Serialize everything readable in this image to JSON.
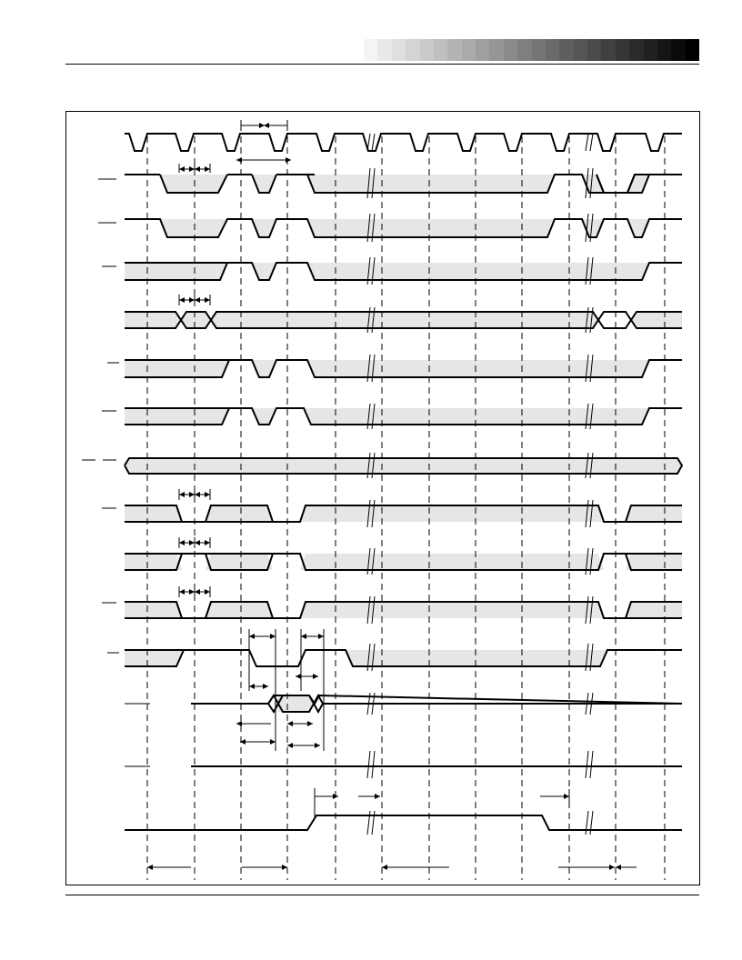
{
  "page": {
    "header_gradient": {
      "from_color": "#f4f4f4",
      "to_color": "#000000",
      "steps": 24
    }
  },
  "diagram": {
    "title": "",
    "colors": {
      "line": "#000000",
      "fill": "#e6e6e6",
      "dash": "#000000"
    },
    "signals": [
      {
        "key": "clk",
        "label": "",
        "kind": "clock"
      },
      {
        "key": "sig2",
        "label": "",
        "kind": "window"
      },
      {
        "key": "sig3",
        "label": "",
        "kind": "window"
      },
      {
        "key": "sig4",
        "label": "",
        "kind": "window"
      },
      {
        "key": "sig5",
        "label": "",
        "kind": "bus"
      },
      {
        "key": "sig6",
        "label": "",
        "kind": "window"
      },
      {
        "key": "sig7",
        "label": "",
        "kind": "window"
      },
      {
        "key": "sig8",
        "label": "",
        "kind": "bus"
      },
      {
        "key": "sig9",
        "label": "",
        "kind": "window"
      },
      {
        "key": "sig10",
        "label": "",
        "kind": "window"
      },
      {
        "key": "sig11",
        "label": "",
        "kind": "window"
      },
      {
        "key": "sig12",
        "label": "",
        "kind": "window"
      },
      {
        "key": "sig13",
        "label": "",
        "kind": "data"
      },
      {
        "key": "sig14",
        "label": "",
        "kind": "level"
      },
      {
        "key": "sig15",
        "label": "",
        "kind": "pulse"
      }
    ]
  }
}
